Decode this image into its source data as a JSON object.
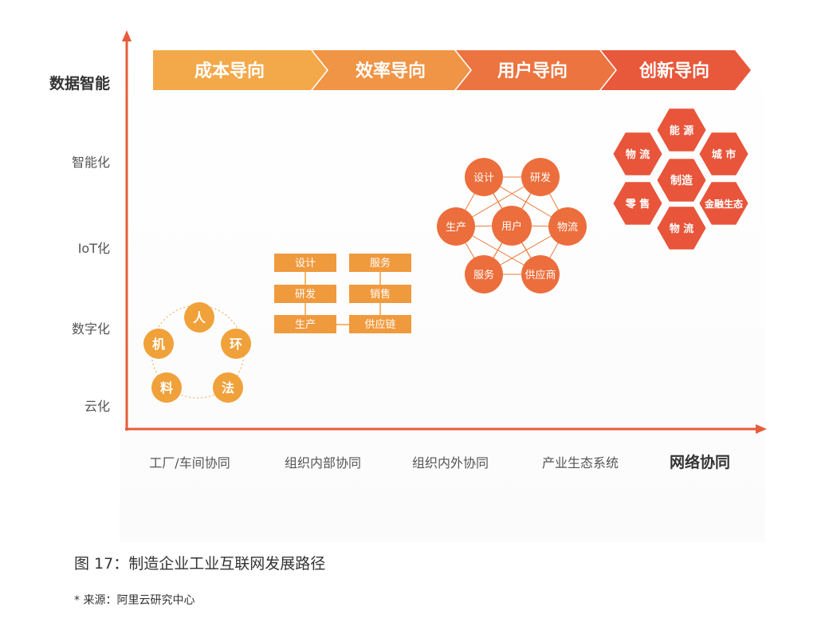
{
  "colors": {
    "axis": "#e85c3a",
    "orange": "#f0a13a",
    "orange_light": "#f3a94a",
    "orange_mid": "#ec7a3d",
    "red": "#e8553a",
    "text_dark": "#333333",
    "text_mid": "#555555",
    "white": "#ffffff"
  },
  "y_axis": {
    "title": "数据智能",
    "levels": [
      "智能化",
      "IoT化",
      "数字化",
      "云化"
    ]
  },
  "x_axis": {
    "stages": [
      "工厂/车间协同",
      "组织内部协同",
      "组织内外协同",
      "产业生态系统"
    ],
    "title": "网络协同"
  },
  "banner": [
    "成本导向",
    "效率导向",
    "用户导向",
    "创新导向"
  ],
  "stage1_nodes": [
    "人",
    "环",
    "法",
    "料",
    "机"
  ],
  "stage2": {
    "left": [
      "设计",
      "研发",
      "生产"
    ],
    "right": [
      "服务",
      "销售",
      "供应链"
    ]
  },
  "stage3": {
    "center": "用户",
    "outer": [
      "设计",
      "研发",
      "物流",
      "供应商",
      "服务",
      "生产"
    ]
  },
  "stage4": {
    "center": "制造",
    "outer": [
      "能 源",
      "城 市",
      "金融生态",
      "物 流",
      "零 售",
      "物 流"
    ]
  },
  "caption": "图 17：制造企业工业互联网发展路径",
  "source": "* 来源：阿里云研究中心"
}
